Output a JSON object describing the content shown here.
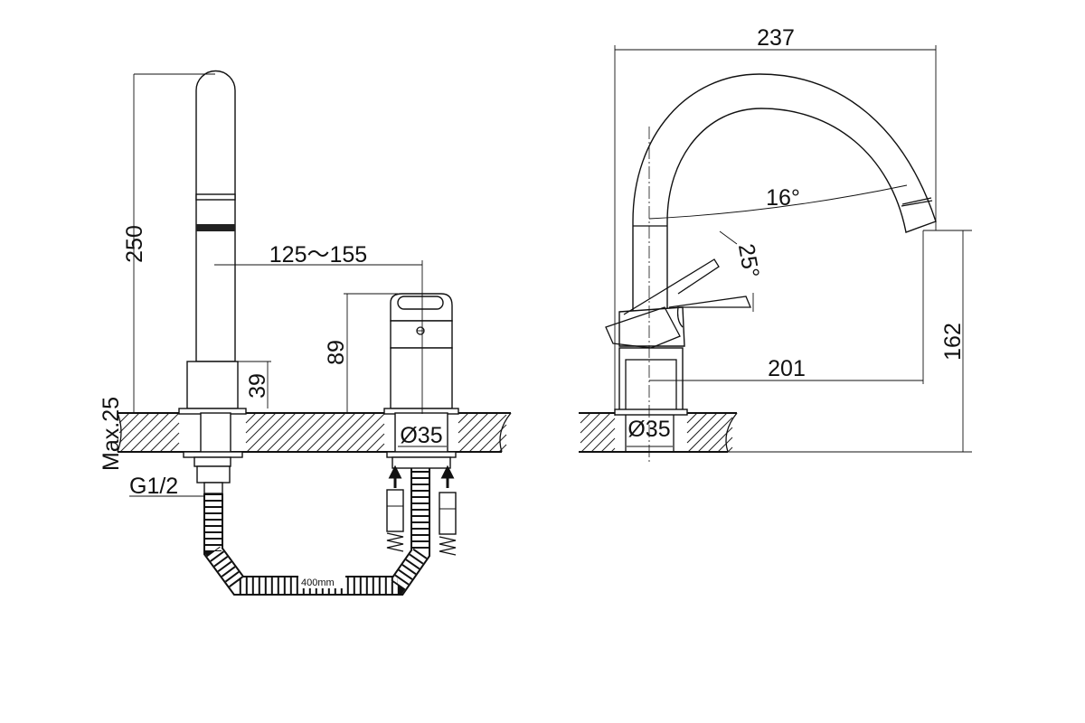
{
  "drawing": {
    "side_view_dimensions": {
      "spout_height": "250",
      "spout_to_mixer_distance": "125～155",
      "mixer_height": "89",
      "spout_base_height": "39",
      "max_counter_thickness": "Max.25",
      "thread": "G1/2",
      "hole_diameter": "Ø35",
      "hose_length": "400mm"
    },
    "front_view_dimensions": {
      "overall_width": "237",
      "spout_swivel_angle": "16°",
      "lever_angle": "25°",
      "spout_reach": "201",
      "spout_clearance": "162",
      "hole_diameter": "Ø35"
    },
    "colors": {
      "line": "#111111",
      "background": "#ffffff"
    }
  }
}
